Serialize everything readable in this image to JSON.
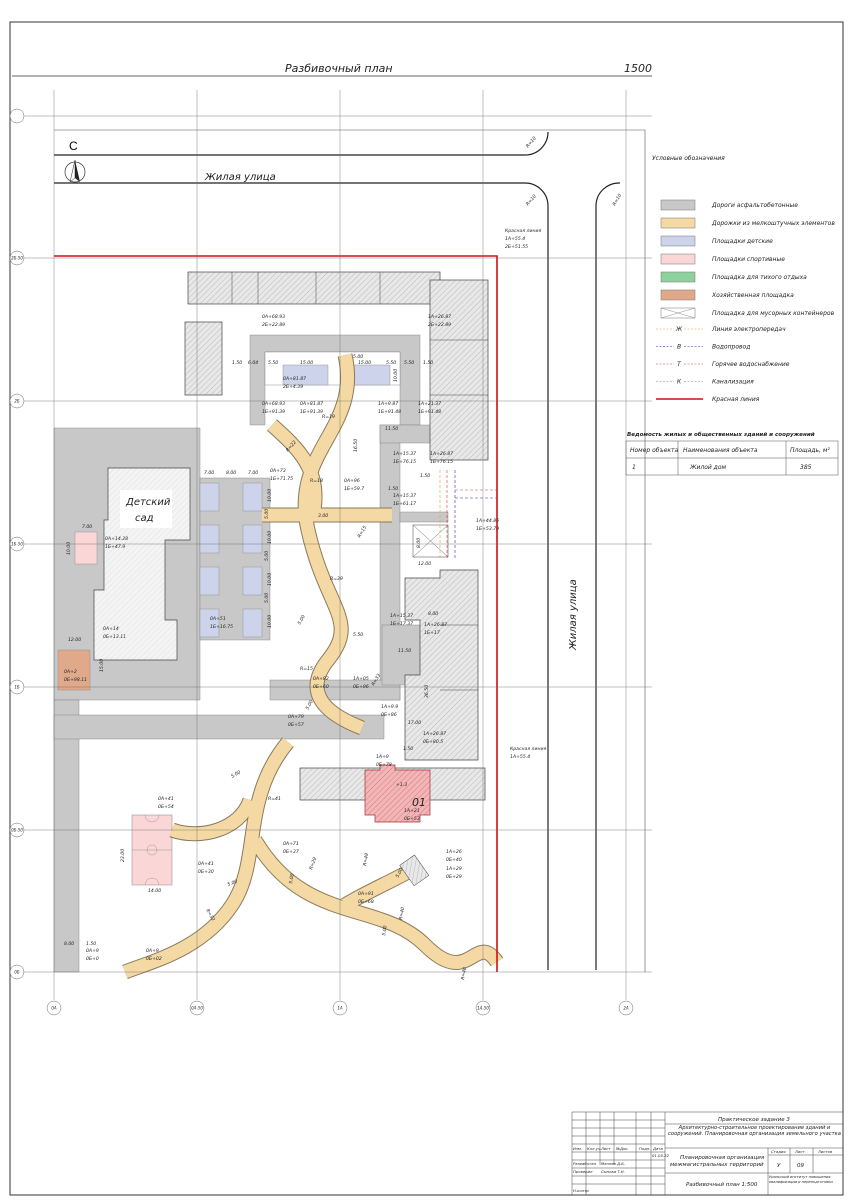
{
  "header": {
    "title": "Разбивочный план",
    "scale": "1500"
  },
  "north_arrow": {
    "label": "С"
  },
  "streets": {
    "top": "Жилая улица",
    "right": "Жилая улица"
  },
  "kindergarten": {
    "line1": "Детский",
    "line2": "сад"
  },
  "building": {
    "number": "01"
  },
  "grid": {
    "columns": [
      "0А",
      "0А-50",
      "1А",
      "1А-50",
      "2А"
    ],
    "rows": [
      "",
      "2Б-50",
      "2Б",
      "1Б-50",
      "1Б",
      "0Б-50",
      "0Б"
    ]
  },
  "plan": {
    "annotations": [
      "Красная линия",
      "1А+55.4",
      "2Б+51.55",
      "R=10",
      "R=10",
      "R=10",
      "0А+68.93",
      "2Б+22.89",
      "1А+26.87",
      "2Б+22.89",
      "1.50",
      "6.04",
      "5.50",
      "15.00",
      "5.00",
      "15.00",
      "5.50",
      "5.50",
      "1.50",
      "10.00",
      "0А+81.87",
      "2Б+4.39",
      "0А+68.93",
      "1Б+91.39",
      "0А+81.87",
      "1Б+91.39",
      "R=19",
      "1А+9.87",
      "1Б+91.48",
      "1А+21.37",
      "1Б+91.48",
      "11.50",
      "R=22",
      "16.50",
      "1А+15.37",
      "1Б+76.15",
      "1А+26.87",
      "1Б+76.15",
      "1.50",
      "1.50",
      "1А+15.37",
      "1Б+61.17",
      "R=18",
      "0А+96",
      "1Б+59.7",
      "3.00",
      "R=15",
      "1А+44.86",
      "1Б+53.79",
      "8.00",
      "12.00",
      "7.00",
      "8.00",
      "7.00",
      "0А+73",
      "1Б+71.75",
      "10.00",
      "5.00",
      "10.00",
      "5.00",
      "10.00",
      "5.00",
      "10.00",
      "7.00",
      "10.00",
      "0А+14.28",
      "1Б+47.9",
      "0А+51",
      "1Б+16.75",
      "R=39",
      "5.00",
      "1А+15.37",
      "1Б+17.37",
      "8.00",
      "1А+26.87",
      "1Б+17",
      "5.50",
      "11.50",
      "36.50",
      "12.00",
      "0А+14",
      "0Б+13.11",
      "15.00",
      "0А+2",
      "0Б+98.11",
      "R=15",
      "0А+82",
      "0Б+60",
      "1А+05",
      "0Б+96",
      "R=33",
      "5.00",
      "0А+79",
      "0Б+57",
      "1А+9.9",
      "0Б+86",
      "17.00",
      "1А+26.87",
      "0Б+80.5",
      "Красная линия",
      "1А+55.4",
      "1.50",
      "1А+9",
      "0Б+78",
      "+1.3",
      "1А+21",
      "0Б+53",
      "5.00",
      "R=41",
      "0А+41",
      "0Б+54",
      "23.00",
      "14.00",
      "0А+41",
      "0Б+30",
      "0А+71",
      "0Б+37",
      "5.00",
      "R=29",
      "R=49",
      "1А+26",
      "0Б+40",
      "1А+29",
      "0Б+29",
      "5.00",
      "0А+91",
      "0Б+68",
      "5.00",
      "R=32",
      "5.00",
      "R=40",
      "R=40",
      "8.00",
      "1.50",
      "0А+9",
      "0Б+0",
      "0А+9",
      "0Б+02"
    ]
  },
  "legend": {
    "title": "Условные обозначения",
    "items": [
      {
        "label": "Дороги асфальтобетонные",
        "color": "#c8c8c8"
      },
      {
        "label": "Дорожки из мелкоштучных элементов",
        "color": "#f4d9a4"
      },
      {
        "label": "Площадки детские",
        "color": "#ccd3ea"
      },
      {
        "label": "Площадки спортивные",
        "color": "#fad6d6"
      },
      {
        "label": "Площадка для тихого отдыха",
        "color": "#8fd19e"
      },
      {
        "label": "Хозяйственная площадка",
        "color": "#dfa98a"
      },
      {
        "label": "Площадка для мусорных контейнеров",
        "color": "#ffffff"
      }
    ],
    "lines": [
      {
        "label": "Линия электропередач",
        "code": "Ж",
        "color": "#e0a030"
      },
      {
        "label": "Водопровод",
        "code": "В",
        "color": "#3333aa"
      },
      {
        "label": "Горячее водоснабжение",
        "code": "Т",
        "color": "#d04040"
      },
      {
        "label": "Канализация",
        "code": "К",
        "color": "#888888"
      },
      {
        "label": "Красная линия",
        "code": "",
        "color": "#d01010"
      }
    ]
  },
  "table": {
    "title": "Ведомость жилых и общественных зданий и сооружений",
    "headers": [
      "Номер объекта",
      "Наименования объекта",
      "Площадь, м²"
    ],
    "rows": [
      [
        "1",
        "Жилой дом",
        "385"
      ]
    ]
  },
  "title_block": {
    "task": "Практическое задание 3",
    "course": "Архитектурно-строительное проектирование зданий и сооружений. Планировочная организация земельного участка",
    "subject_line1": "Планировочная организация",
    "subject_line2": "межмагистральных территорий",
    "sheet_name": "Разбивочный план 1:500",
    "col_headers": [
      "Изм.",
      "Кол.уч.",
      "Лист",
      "№Док.",
      "Подп.",
      "Дата"
    ],
    "date": "01.05.22",
    "developed_label": "Разработал",
    "developed_name": "Мачнев Д.Б.",
    "checked_label": "Проверил",
    "checked_name": "Сынова Т.Н.",
    "nkontr_label": "Н.контр",
    "stage_label": "Стадия",
    "sheet_label": "Лист",
    "sheets_label": "Листов",
    "stage": "У",
    "sheet": "09",
    "org": "Уральский институт повышения квалификации и переподготовки"
  }
}
